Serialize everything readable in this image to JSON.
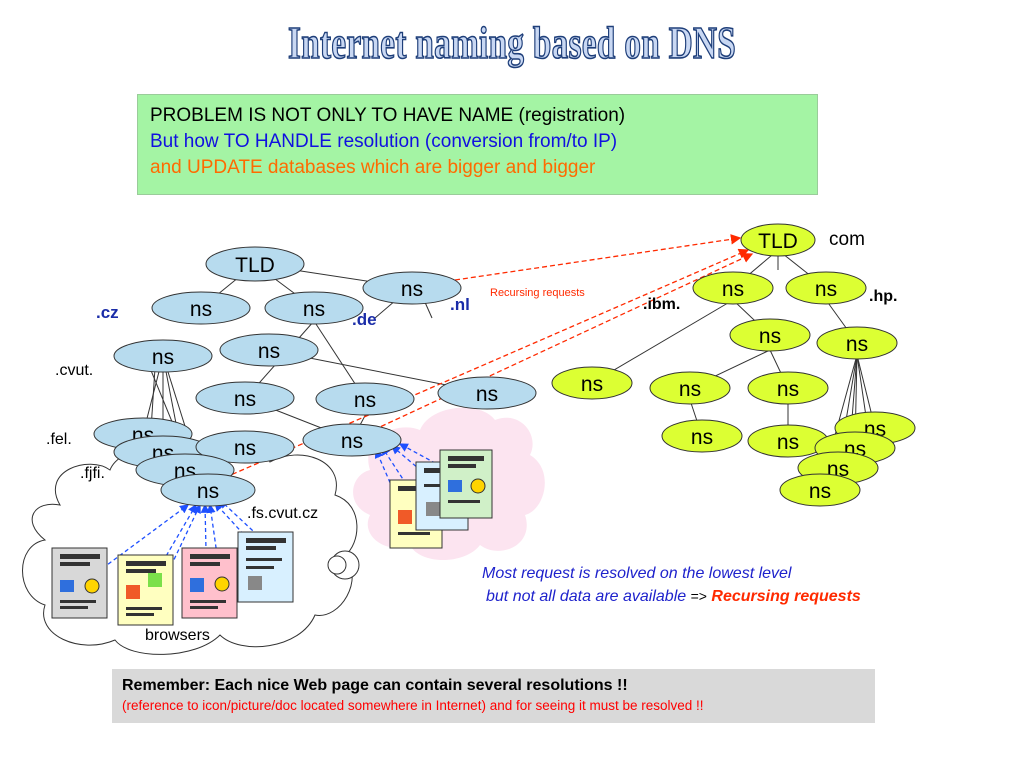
{
  "title": "Internet naming based on DNS",
  "problem": {
    "line1": "PROBLEM IS NOT ONLY TO HAVE NAME  (registration)",
    "line2": "But how TO HANDLE resolution (conversion from/to IP)",
    "line3": "and UPDATE databases which are bigger and bigger"
  },
  "left_tree": {
    "tld": "TLD",
    "ns": "ns",
    "labels": {
      "cz": ".cz",
      "de": ".de",
      "nl": ".nl",
      "cvut": ".cvut.",
      "fel": ".fel.",
      "fjfi": ".fjfi.",
      "fs": ".fs.cvut.cz",
      "browsers": "browsers"
    }
  },
  "right_tree": {
    "tld": "TLD",
    "com": "com",
    "ibm": ".ibm.",
    "hp": ".hp."
  },
  "recursing_label": "Recursing requests",
  "note": {
    "line1": "Most request is resolved on the lowest level",
    "line2": "but not all data are available",
    "arrow": "=>",
    "emphasis": "Recursing requests"
  },
  "remember": {
    "line1": "Remember: Each nice Web page can contain several resolutions !!",
    "line2": "(reference to icon/picture/doc located somewhere in Internet) and for seeing  it must be resolved !!"
  },
  "colors": {
    "blue_node": "#b7dbee",
    "green_node": "#dcff33",
    "recursing_arrow": "#ff2a00",
    "local_arrow": "#1e50ff"
  }
}
